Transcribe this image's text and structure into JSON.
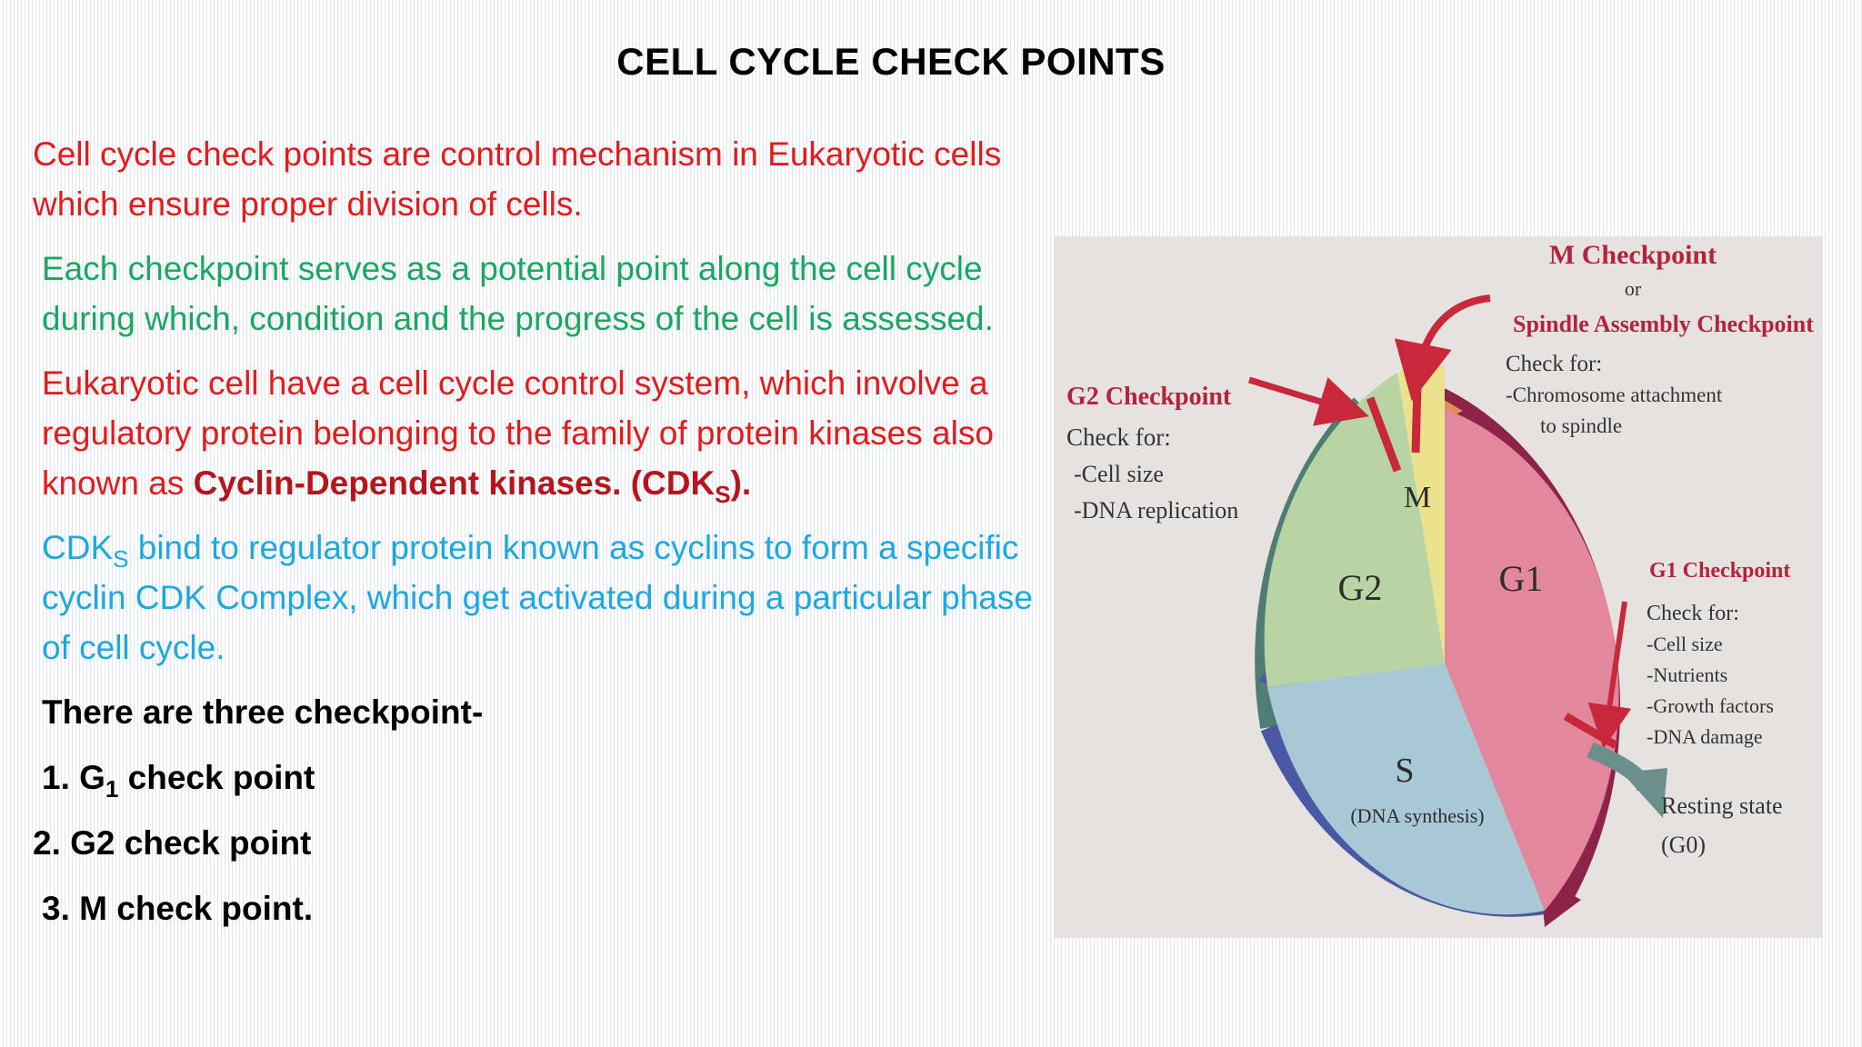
{
  "slide": {
    "title": "CELL CYCLE CHECK POINTS",
    "para1": "Cell cycle check points are control mechanism in Eukaryotic cells which ensure proper division of cells.",
    "para2": "Each checkpoint serves as a potential point along the cell cycle during which, condition and the progress of the cell is assessed.",
    "para3_plain": "Eukaryotic cell have a cell cycle control system, which involve a regulatory protein belonging to the family of protein kinases also known as ",
    "para3_bold": "Cyclin-Dependent kinases. (CDK",
    "para3_bold_sub": "S",
    "para3_bold_end": ").",
    "para4_start": "CDK",
    "para4_sub": "S",
    "para4_rest": " bind to regulator protein known as cyclins to form a specific cyclin CDK Complex, which get activated during a particular phase of cell cycle.",
    "list_intro": "There are three checkpoint-",
    "item1_prefix": "1. G",
    "item1_sub": "1",
    "item1_suffix": " check point",
    "item2": "2. G2 check point",
    "item3": "3. M check point."
  },
  "diagram": {
    "m_checkpoint_title": "M Checkpoint",
    "m_or": "or",
    "m_spindle": "Spindle Assembly Checkpoint",
    "m_check_for": "Check for:",
    "m_item1": "-Chromosome attachment",
    "m_item2": "to spindle",
    "g2_title": "G2 Checkpoint",
    "g2_check_for": "Check for:",
    "g2_item1": "-Cell size",
    "g2_item2": "-DNA replication",
    "g1_title": "G1 Checkpoint",
    "g1_check_for": "Check for:",
    "g1_item1": "-Cell size",
    "g1_item2": "-Nutrients",
    "g1_item3": "-Growth factors",
    "g1_item4": "-DNA damage",
    "resting1": "Resting state",
    "resting2": "(G0)",
    "phase_m": "M",
    "phase_g1": "G1",
    "phase_g2": "G2",
    "phase_s": "S",
    "phase_s_sub": "(DNA synthesis)"
  },
  "colors": {
    "red_text": "#e31b1b",
    "green_text": "#1aa860",
    "blue_text": "#1ea8e0",
    "dark_red_bold": "#b8141b",
    "g1_pink": "#e3879c",
    "g2_green": "#b9d4a4",
    "s_blue": "#a9c8d6",
    "m_yellow": "#ece28e"
  }
}
